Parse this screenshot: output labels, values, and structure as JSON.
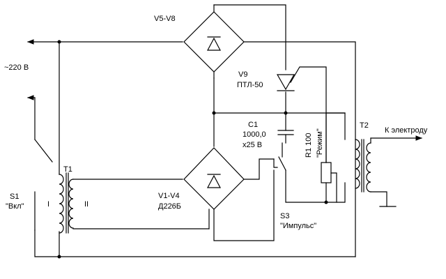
{
  "labels": {
    "mains": "~220 В",
    "s1_ref": "S1",
    "s1_name": "\"Вкл\"",
    "t1_ref": "T1",
    "t1_primary": "I",
    "t1_secondary": "II",
    "bridge_v5_v8": "V5-V8",
    "v9_ref": "V9",
    "v9_type": "ПТЛ-50",
    "c1_ref": "C1",
    "c1_cap": "1000,0",
    "c1_volt": "x25 В",
    "r1_label": "R1  100",
    "r1_name": "\"Режим\"",
    "t2_ref": "T2",
    "electrode": "К электроду",
    "bridge_v1_v4": "V1-V4",
    "bridge_v1_v4_type": "Д226Б",
    "s3_ref": "S3",
    "s3_name": "\"Импульс\""
  },
  "colors": {
    "background": "#ffffff",
    "ink": "#000000"
  }
}
